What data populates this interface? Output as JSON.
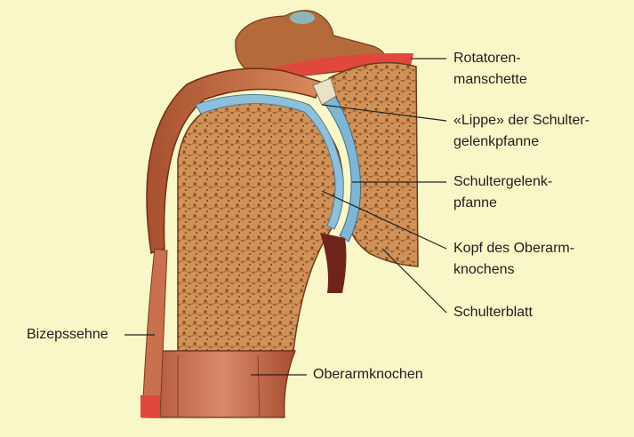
{
  "labels": {
    "rotator_cuff": [
      "Rotatoren-",
      "manschette"
    ],
    "labrum": [
      "«Lippe» der Schulter-",
      "gelenkpfanne"
    ],
    "glenoid": [
      "Schultergelenk-",
      "pfanne"
    ],
    "humeral_head": [
      "Kopf des Oberarm-",
      "knochens"
    ],
    "scapula": [
      "Schulterblatt"
    ],
    "biceps_tendon": [
      "Bizepssehne"
    ],
    "humerus": [
      "Oberarmknochen"
    ]
  },
  "colors": {
    "background": "#f9f6c7",
    "bone": "#c98a52",
    "cartilage": "#7fb6d6",
    "tendon_red": "#e0473d",
    "leader": "#222222"
  }
}
